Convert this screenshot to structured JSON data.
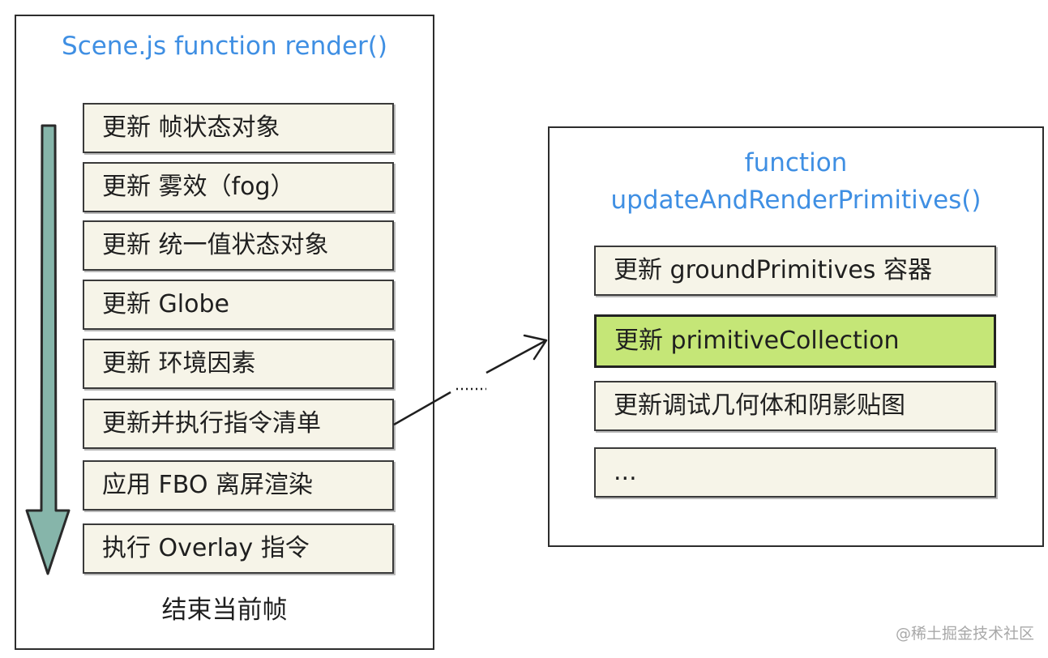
{
  "render_function": {
    "title": "Scene.js function render()",
    "steps": [
      "更新 帧状态对象",
      "更新 雾效（fog）",
      "更新 统一值状态对象",
      "更新 Globe",
      "更新 环境因素",
      "更新并执行指令清单",
      "应用 FBO 离屏渲染",
      "执行 Overlay 指令"
    ],
    "end_label": "结束当前帧"
  },
  "primitives_function": {
    "title_line1": "function",
    "title_line2": "updateAndRenderPrimitives()",
    "steps": [
      "更新 groundPrimitives 容器",
      "更新 primitiveCollection",
      "更新调试几何体和阴影贴图",
      "..."
    ],
    "highlighted_step_index": 1
  },
  "colors": {
    "title_blue": "#3f8fe3",
    "box_fill": "#f6f4e8",
    "highlight_fill": "#c5e677",
    "arrow_teal": "#86b5aa"
  },
  "icons": {
    "flow_arrow": "down-arrow-icon",
    "connector": "dotted-arrow-icon"
  },
  "watermark": "@稀土掘金技术社区"
}
